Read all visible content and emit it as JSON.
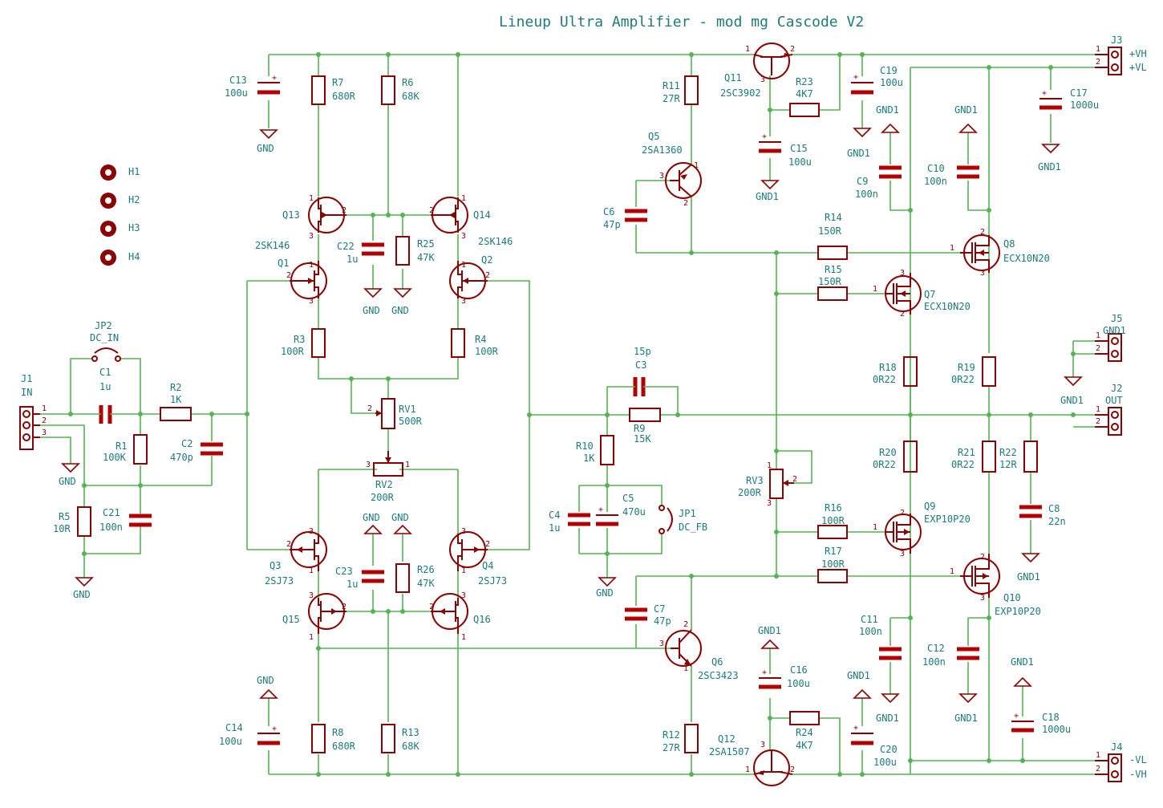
{
  "title": "Lineup Ultra Amplifier - mod mg Cascode V2",
  "mounting_holes": [
    "H1",
    "H2",
    "H3",
    "H4"
  ],
  "connectors": {
    "J1": {
      "ref": "J1",
      "value": "IN",
      "pins": [
        "1",
        "2",
        "3"
      ]
    },
    "J2": {
      "ref": "J2",
      "value": "OUT",
      "pins": [
        "1",
        "2"
      ]
    },
    "J3": {
      "ref": "J3",
      "pins": [
        "1",
        "2"
      ],
      "nets": [
        "+VH",
        "+VL"
      ]
    },
    "J4": {
      "ref": "J4",
      "pins": [
        "1",
        "2"
      ],
      "nets": [
        "-VL",
        "-VH"
      ]
    },
    "J5": {
      "ref": "J5",
      "value": "GND1",
      "pins": [
        "1",
        "2"
      ]
    }
  },
  "jumpers": {
    "JP1": {
      "ref": "JP1",
      "value": "DC_FB"
    },
    "JP2": {
      "ref": "JP2",
      "value": "DC_IN"
    }
  },
  "power_labels": {
    "gnd": "GND",
    "gnd1": "GND1"
  },
  "resistors": {
    "R1": {
      "ref": "R1",
      "value": "100K"
    },
    "R2": {
      "ref": "R2",
      "value": "1K"
    },
    "R3": {
      "ref": "R3",
      "value": "100R"
    },
    "R4": {
      "ref": "R4",
      "value": "100R"
    },
    "R5": {
      "ref": "R5",
      "value": "10R"
    },
    "R6": {
      "ref": "R6",
      "value": "68K"
    },
    "R7": {
      "ref": "R7",
      "value": "680R"
    },
    "R8": {
      "ref": "R8",
      "value": "680R"
    },
    "R9": {
      "ref": "R9",
      "value": "15K"
    },
    "R10": {
      "ref": "R10",
      "value": "1K"
    },
    "R11": {
      "ref": "R11",
      "value": "27R"
    },
    "R12": {
      "ref": "R12",
      "value": "27R"
    },
    "R13": {
      "ref": "R13",
      "value": "68K"
    },
    "R14": {
      "ref": "R14",
      "value": "150R"
    },
    "R15": {
      "ref": "R15",
      "value": "150R"
    },
    "R16": {
      "ref": "R16",
      "value": "100R"
    },
    "R17": {
      "ref": "R17",
      "value": "100R"
    },
    "R18": {
      "ref": "R18",
      "value": "0R22"
    },
    "R19": {
      "ref": "R19",
      "value": "0R22"
    },
    "R20": {
      "ref": "R20",
      "value": "0R22"
    },
    "R21": {
      "ref": "R21",
      "value": "0R22"
    },
    "R22": {
      "ref": "R22",
      "value": "12R"
    },
    "R23": {
      "ref": "R23",
      "value": "4K7"
    },
    "R24": {
      "ref": "R24",
      "value": "4K7"
    },
    "R25": {
      "ref": "R25",
      "value": "47K"
    },
    "R26": {
      "ref": "R26",
      "value": "47K"
    }
  },
  "trimmers": {
    "RV1": {
      "ref": "RV1",
      "value": "500R"
    },
    "RV2": {
      "ref": "RV2",
      "value": "200R"
    },
    "RV3": {
      "ref": "RV3",
      "value": "200R"
    }
  },
  "capacitors": {
    "C1": {
      "ref": "C1",
      "value": "1u"
    },
    "C2": {
      "ref": "C2",
      "value": "470p"
    },
    "C3": {
      "ref": "C3",
      "value": "15p"
    },
    "C4": {
      "ref": "C4",
      "value": "1u"
    },
    "C5": {
      "ref": "C5",
      "value": "470u"
    },
    "C6": {
      "ref": "C6",
      "value": "47p"
    },
    "C7": {
      "ref": "C7",
      "value": "47p"
    },
    "C8": {
      "ref": "C8",
      "value": "22n"
    },
    "C9": {
      "ref": "C9",
      "value": "100n"
    },
    "C10": {
      "ref": "C10",
      "value": "100n"
    },
    "C11": {
      "ref": "C11",
      "value": "100n"
    },
    "C12": {
      "ref": "C12",
      "value": "100n"
    },
    "C13": {
      "ref": "C13",
      "value": "100u"
    },
    "C14": {
      "ref": "C14",
      "value": "100u"
    },
    "C15": {
      "ref": "C15",
      "value": "100u"
    },
    "C16": {
      "ref": "C16",
      "value": "100u"
    },
    "C17": {
      "ref": "C17",
      "value": "1000u"
    },
    "C18": {
      "ref": "C18",
      "value": "1000u"
    },
    "C19": {
      "ref": "C19",
      "value": "100u"
    },
    "C20": {
      "ref": "C20",
      "value": "100u"
    },
    "C21": {
      "ref": "C21",
      "value": "100n"
    },
    "C22": {
      "ref": "C22",
      "value": "1u"
    },
    "C23": {
      "ref": "C23",
      "value": "1u"
    }
  },
  "transistors": {
    "Q1": {
      "ref": "Q1"
    },
    "Q2": {
      "ref": "Q2"
    },
    "Q3": {
      "ref": "Q3",
      "value": "2SJ73"
    },
    "Q4": {
      "ref": "Q4",
      "value": "2SJ73"
    },
    "Q5": {
      "ref": "Q5",
      "value": "2SA1360"
    },
    "Q6": {
      "ref": "Q6",
      "value": "2SC3423"
    },
    "Q7": {
      "ref": "Q7",
      "value": "ECX10N20"
    },
    "Q8": {
      "ref": "Q8",
      "value": "ECX10N20"
    },
    "Q9": {
      "ref": "Q9",
      "value": "EXP10P20"
    },
    "Q10": {
      "ref": "Q10",
      "value": "EXP10P20"
    },
    "Q11": {
      "ref": "Q11",
      "value": "2SC3902"
    },
    "Q12": {
      "ref": "Q12",
      "value": "2SA1507"
    },
    "Q13": {
      "ref": "Q13",
      "value": "2SK146"
    },
    "Q14": {
      "ref": "Q14",
      "value": "2SK146"
    },
    "Q15": {
      "ref": "Q15"
    },
    "Q16": {
      "ref": "Q16"
    }
  }
}
